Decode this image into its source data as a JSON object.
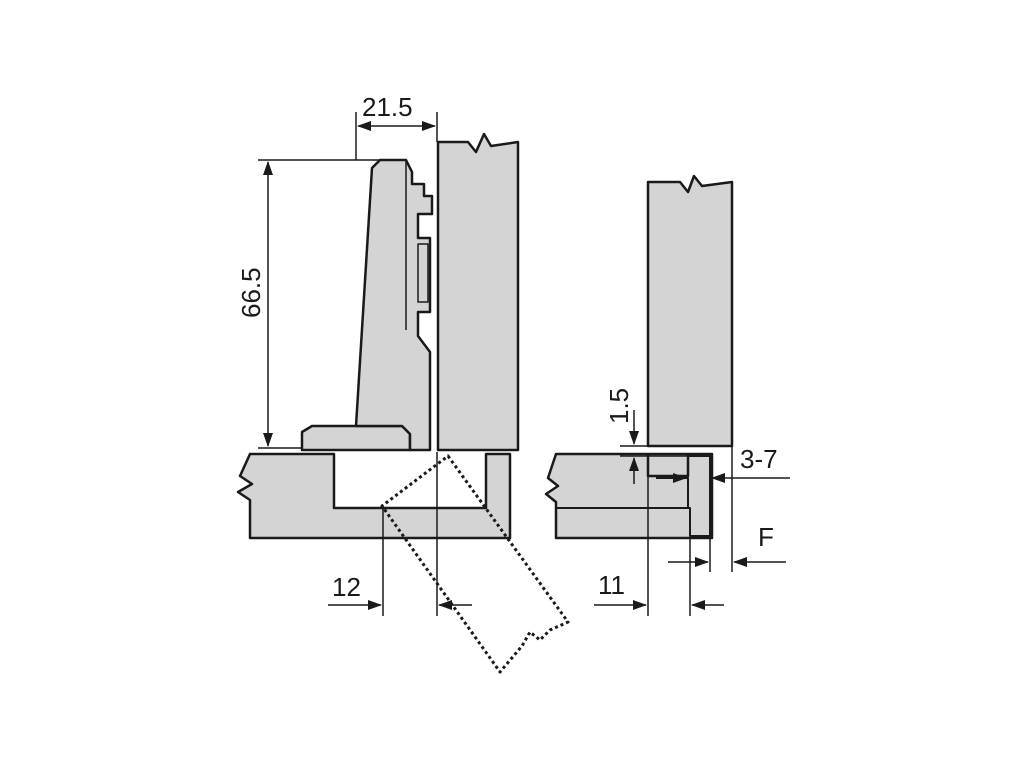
{
  "colors": {
    "panel_fill": "#d4d4d4",
    "stroke": "#1a1a1a",
    "background": "#ffffff"
  },
  "dimensions": {
    "hinge_arm_width": "21.5",
    "hinge_height": "66.5",
    "cup_offset": "12",
    "gap": "1.5",
    "overlay": "3-7",
    "door_gap_label": "F",
    "edge_distance": "11"
  }
}
